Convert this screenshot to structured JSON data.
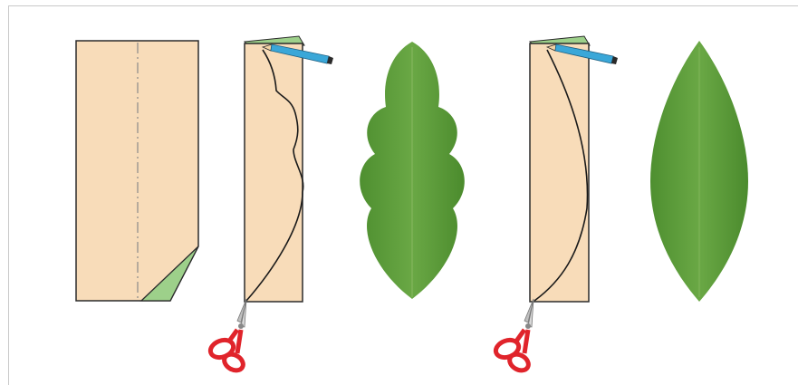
{
  "diagram": {
    "steps": [
      {
        "id": "fold-paper",
        "icon": "folded-paper-icon"
      },
      {
        "id": "draw-lobed-leaf",
        "icon": "pencil-icon"
      },
      {
        "id": "lobed-leaf-result",
        "icon": "lobed-leaf-icon"
      },
      {
        "id": "draw-simple-leaf",
        "icon": "pencil-icon"
      },
      {
        "id": "simple-leaf-result",
        "icon": "oval-leaf-icon"
      }
    ],
    "colors": {
      "paper": "#f8dcb9",
      "paper_outline": "#2b2b2b",
      "paper_back": "#9dd08a",
      "leaf": "#5a9a3a",
      "leaf_dark": "#4a8a2c",
      "pencil_body": "#3aa7d8",
      "scissors_handle": "#e0242b",
      "scissors_blade": "#bfbfbf"
    }
  }
}
